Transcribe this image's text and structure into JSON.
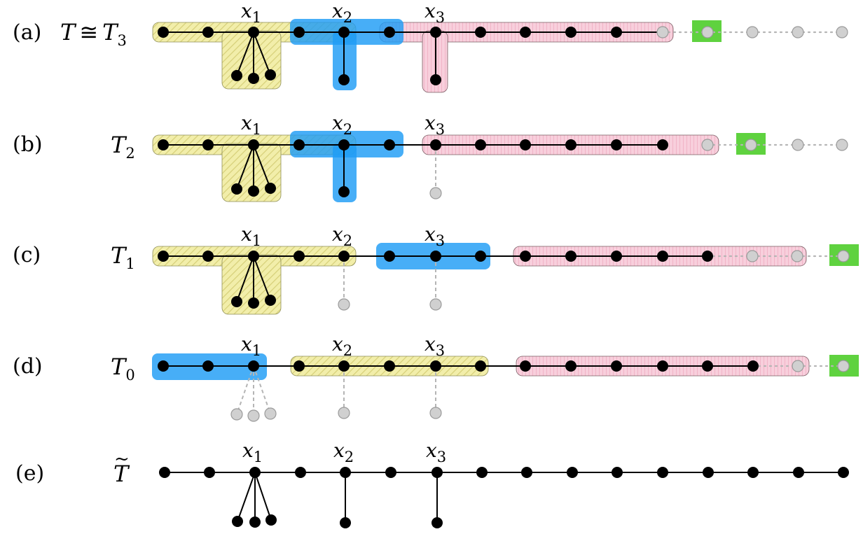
{
  "colors": {
    "yellow_set": "#f2eeaa",
    "pink_set": "#f8cfdc",
    "blue_set": "#1e9cf5",
    "green_marker": "#5fd23f",
    "inactive_node": "#d0d0d0",
    "active_node": "#000000"
  },
  "rows": [
    {
      "id": "a",
      "label": "(a)",
      "tree": "T",
      "relation": "≅",
      "tree2": "T",
      "sub": "3"
    },
    {
      "id": "b",
      "label": "(b)",
      "tree": "T",
      "sub": "2"
    },
    {
      "id": "c",
      "label": "(c)",
      "tree": "T",
      "sub": "1"
    },
    {
      "id": "d",
      "label": "(d)",
      "tree": "T",
      "sub": "0"
    },
    {
      "id": "e",
      "label": "(e)",
      "tree": "T",
      "accent": "~"
    }
  ],
  "vertex_labels": {
    "x1": "x",
    "x1_sub": "1",
    "x2": "x",
    "x2_sub": "2",
    "x3": "x",
    "x3_sub": "3"
  }
}
